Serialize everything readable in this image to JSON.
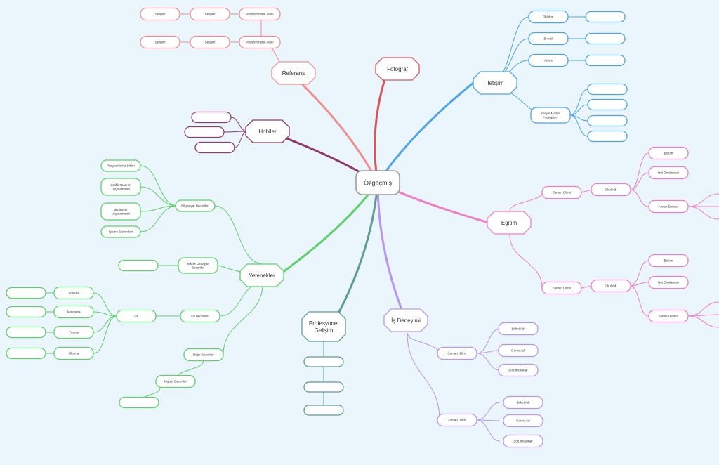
{
  "center": {
    "label": "Özgeçmiş"
  },
  "branches": {
    "referans": {
      "label": "Referans",
      "color": "#ef8f92",
      "rows": [
        {
          "items": [
            "Seligim",
            "Seligim",
            "Profesyonellik Alanı"
          ]
        },
        {
          "items": [
            "Seligim",
            "Seligim",
            "Profesyonellik Alanı"
          ]
        }
      ]
    },
    "fotograf": {
      "label": "Fotoğraf",
      "color": "#d9545c"
    },
    "hobiler": {
      "label": "Hobiler",
      "color": "#8b3a6b",
      "items": [
        "",
        "",
        ""
      ]
    },
    "iletisim": {
      "label": "İletişim",
      "color": "#4fa3e8",
      "items": [
        "Telefon",
        "E-mail",
        "Adres"
      ],
      "social": {
        "label": "Sosyal Medya Hesapları",
        "items": [
          "",
          "",
          "",
          ""
        ]
      }
    },
    "egitim": {
      "label": "Eğitim",
      "color": "#ef7fc4",
      "periods": [
        {
          "label": "Zaman Dilimi",
          "school": "Okul Adı",
          "details": [
            "Bölüm",
            "Not Ortalaması",
            "Alınan Dersler"
          ]
        },
        {
          "label": "Zaman Dilimi",
          "school": "Okul Adı",
          "details": [
            "Bölüm",
            "Not Ortalaması",
            "Alınan Dersler"
          ]
        }
      ]
    },
    "is_deneyimi": {
      "label": "İş Deneyimi",
      "color": "#b996ee",
      "periods": [
        {
          "label": "Zaman Dilimi",
          "details": [
            "Şirket Adı",
            "Görev Adı",
            "Sorumluluklar"
          ]
        },
        {
          "label": "Zaman Dilimi",
          "details": [
            "Şirket Adı",
            "Görev Adı",
            "Sorumluluklar"
          ]
        }
      ]
    },
    "profesyonel_gelisim": {
      "label_lines": [
        "Profesyonel",
        "Gelişim"
      ],
      "color": "#5f9c95",
      "items": [
        "",
        "",
        ""
      ]
    },
    "yetenekler": {
      "label": "Yetenekler",
      "color": "#5ecf6c",
      "bilgisayar": {
        "label": "Bilgisayar Becerileri",
        "items": [
          [
            "Programlama Dilleri"
          ],
          [
            "Grafik Tasarım",
            "Uygulamaları"
          ],
          [
            "Bilgisayar",
            "Uygulamaları"
          ],
          [
            "İşletim Sistemleri"
          ]
        ]
      },
      "teknik_olmayan": {
        "label_lines": [
          "Teknik Olmayan",
          "Beceriler"
        ],
        "child": ""
      },
      "dil": {
        "label": "Dil Becerileri",
        "dil_label": "Dil",
        "items": [
          "Anlama",
          "Konuşma",
          "Yazma",
          "Okuma"
        ]
      },
      "diger": {
        "label": "Diğer Beceriler",
        "kisisel": "Kişisel Beceriler",
        "child": ""
      }
    }
  }
}
